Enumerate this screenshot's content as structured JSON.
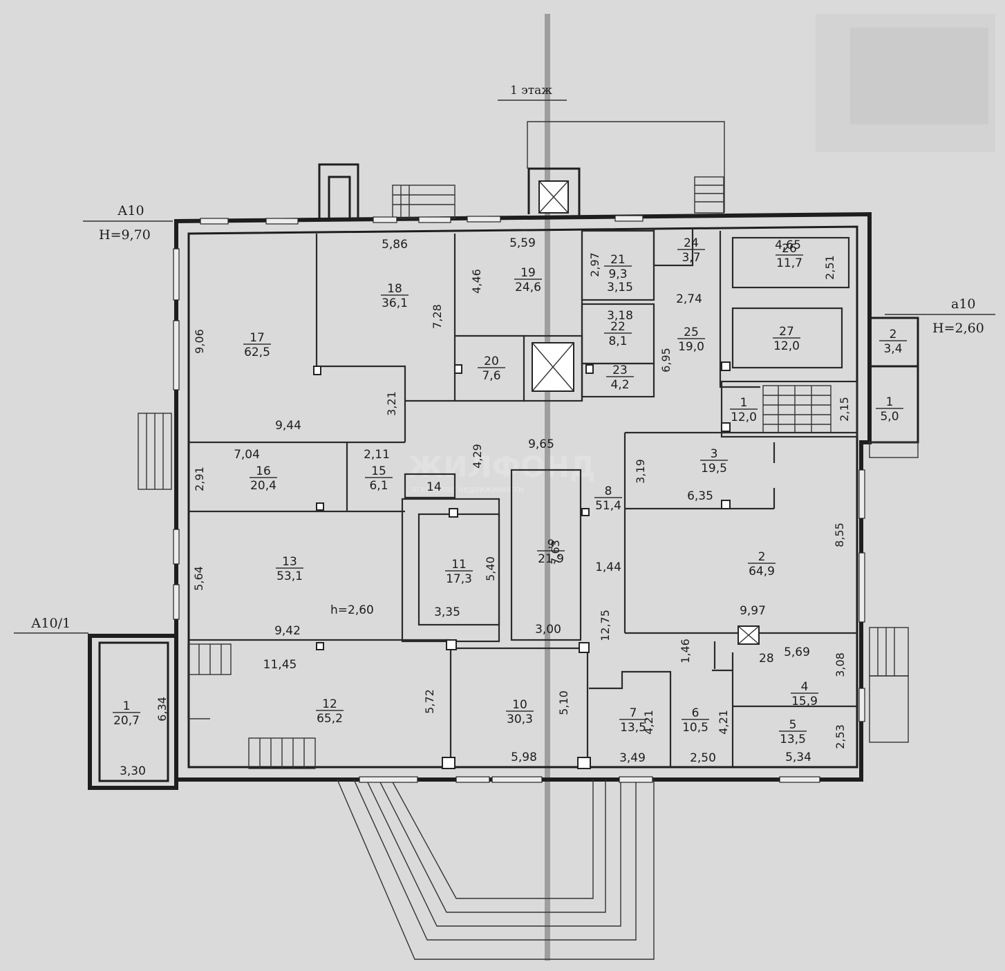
{
  "floor_title": "1 этаж",
  "markers": {
    "main_axis": "А10",
    "main_height": "Н=9,70",
    "annex_axis": "А10/1",
    "small_axis": "а10",
    "small_height": "Н=2,60"
  },
  "watermark": {
    "brand": "ЖИЛФОНД",
    "tagline": "агентство недвижимости"
  },
  "rooms": [
    {
      "num": "17",
      "area": "62,5"
    },
    {
      "num": "18",
      "area": "36,1"
    },
    {
      "num": "19",
      "area": "24,6"
    },
    {
      "num": "21",
      "area": "9,3"
    },
    {
      "num": "24",
      "area": "3,7"
    },
    {
      "num": "26",
      "area": "11,7"
    },
    {
      "num": "22",
      "area": "8,1"
    },
    {
      "num": "23",
      "area": "4,2"
    },
    {
      "num": "25",
      "area": "19,0"
    },
    {
      "num": "27",
      "area": "12,0"
    },
    {
      "num": "20",
      "area": "7,6"
    },
    {
      "num": "2",
      "area": "3,4"
    },
    {
      "num": "1",
      "area": "12,0"
    },
    {
      "num": "1",
      "area": "5,0"
    },
    {
      "num": "16",
      "area": "20,4"
    },
    {
      "num": "15",
      "area": "6,1"
    },
    {
      "num": "3",
      "area": "19,5"
    },
    {
      "num": "8",
      "area": "51,4"
    },
    {
      "num": "9",
      "area": "21,9"
    },
    {
      "num": "11",
      "area": "17,3"
    },
    {
      "num": "13",
      "area": "53,1"
    },
    {
      "num": "2",
      "area": "64,9"
    },
    {
      "num": "4",
      "area": "15,9"
    },
    {
      "num": "1",
      "area": "20,7"
    },
    {
      "num": "12",
      "area": "65,2"
    },
    {
      "num": "10",
      "area": "30,3"
    },
    {
      "num": "7",
      "area": "13,5"
    },
    {
      "num": "6",
      "area": "10,5"
    },
    {
      "num": "5",
      "area": "13,5"
    }
  ],
  "room_14": "14",
  "room_28": "28",
  "ceiling_height": "h=2,60",
  "dims": [
    "5,86",
    "5,59",
    "2,97",
    "3,15",
    "4,65",
    "2,51",
    "4,46",
    "7,28",
    "2,74",
    "3,18",
    "6,95",
    "9,06",
    "3,21",
    "9,44",
    "2,15",
    "7,04",
    "2,11",
    "4,29",
    "9,65",
    "2,91",
    "3,19",
    "6,35",
    "5,40",
    "7,63",
    "8,55",
    "5,64",
    "1,44",
    "3,35",
    "3,00",
    "12,75",
    "9,42",
    "9,97",
    "11,45",
    "1,46",
    "5,69",
    "3,08",
    "6,34",
    "5,72",
    "5,10",
    "4,21",
    "4,21",
    "2,53",
    "3,30",
    "5,98",
    "3,49",
    "2,50",
    "5,34"
  ]
}
